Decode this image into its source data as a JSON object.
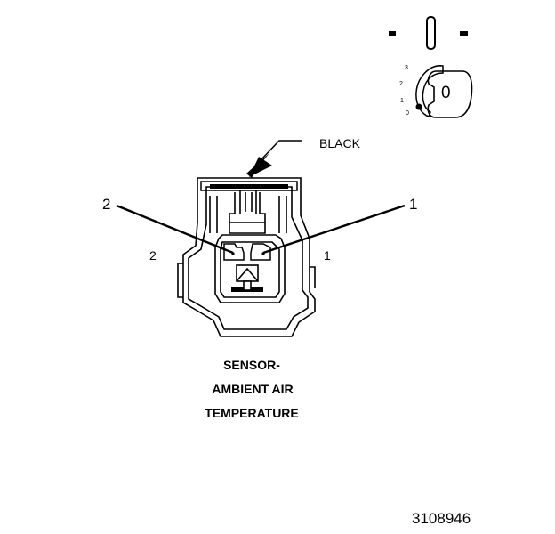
{
  "connector": {
    "color_label": "BLACK",
    "title_lines": [
      "SENSOR-",
      "AMBIENT AIR",
      "TEMPERATURE"
    ],
    "callouts": [
      {
        "label": "2"
      },
      {
        "label": "1"
      }
    ],
    "side_labels": [
      {
        "label": "2"
      },
      {
        "label": "1"
      }
    ]
  },
  "key_symbol": {
    "positions": [
      "3",
      "2",
      "1",
      "0"
    ],
    "center_label": "0"
  },
  "figure_id": "3108946"
}
